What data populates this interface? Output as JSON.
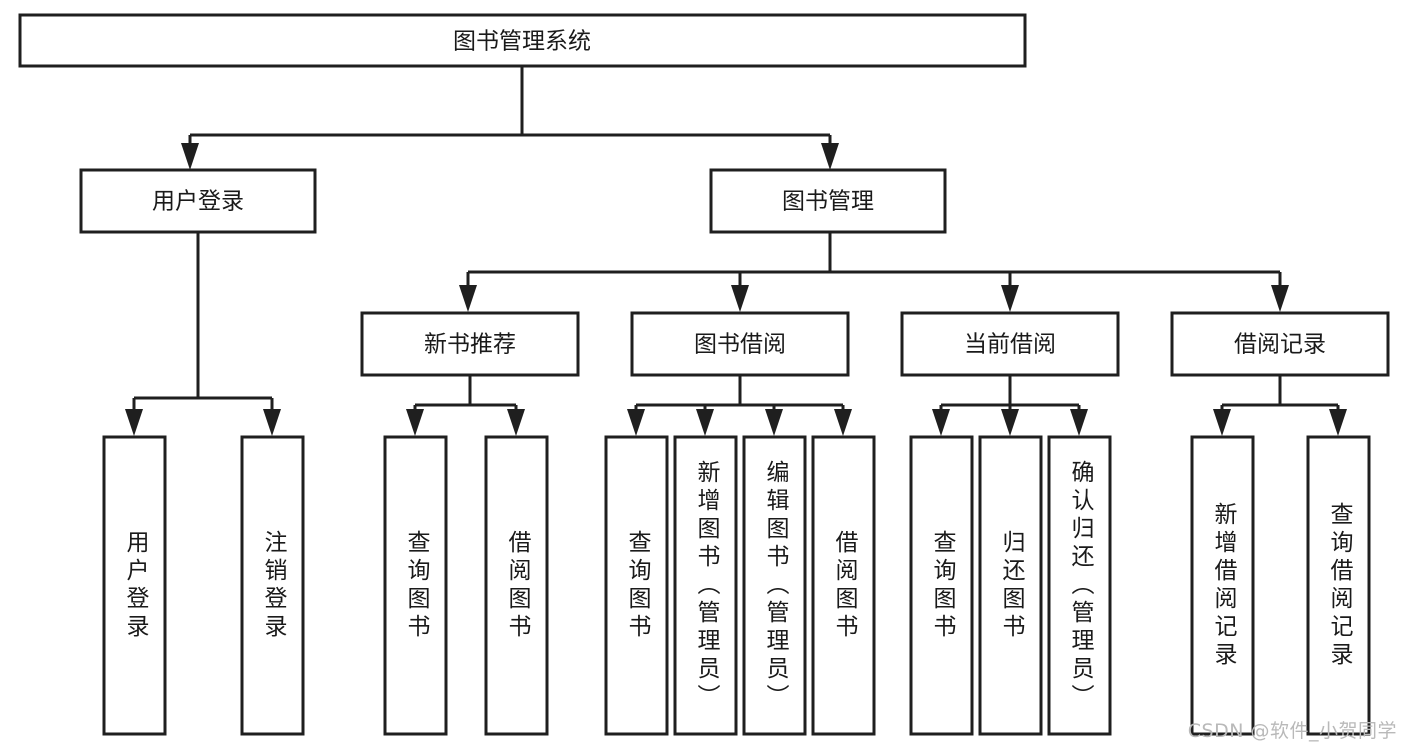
{
  "diagram": {
    "title": "图书管理系统",
    "type": "hierarchy-tree",
    "watermark": "CSDN @软件_小贺同学",
    "colors": {
      "stroke": "#1f1f1f",
      "fill": "#ffffff",
      "text": "#1a1a1a",
      "watermark": "#b9b9b9"
    },
    "levels": {
      "root": {
        "label": "图书管理系统"
      },
      "level2": [
        {
          "label": "用户登录"
        },
        {
          "label": "图书管理"
        }
      ],
      "level3": [
        {
          "label": "新书推荐"
        },
        {
          "label": "图书借阅"
        },
        {
          "label": "当前借阅"
        },
        {
          "label": "借阅记录"
        }
      ],
      "leaves": {
        "user_login": [
          {
            "label": "用户登录"
          },
          {
            "label": "注销登录"
          }
        ],
        "new_book_recommend": [
          {
            "label": "查询图书"
          },
          {
            "label": "借阅图书"
          }
        ],
        "book_borrow": [
          {
            "label": "查询图书"
          },
          {
            "label": "新增图书（管理员）"
          },
          {
            "label": "编辑图书（管理员）"
          },
          {
            "label": "借阅图书"
          }
        ],
        "current_borrow": [
          {
            "label": "查询图书"
          },
          {
            "label": "归还图书"
          },
          {
            "label": "确认归还（管理员）"
          }
        ],
        "borrow_records": [
          {
            "label": "新增借阅记录"
          },
          {
            "label": "查询借阅记录"
          }
        ]
      }
    }
  }
}
